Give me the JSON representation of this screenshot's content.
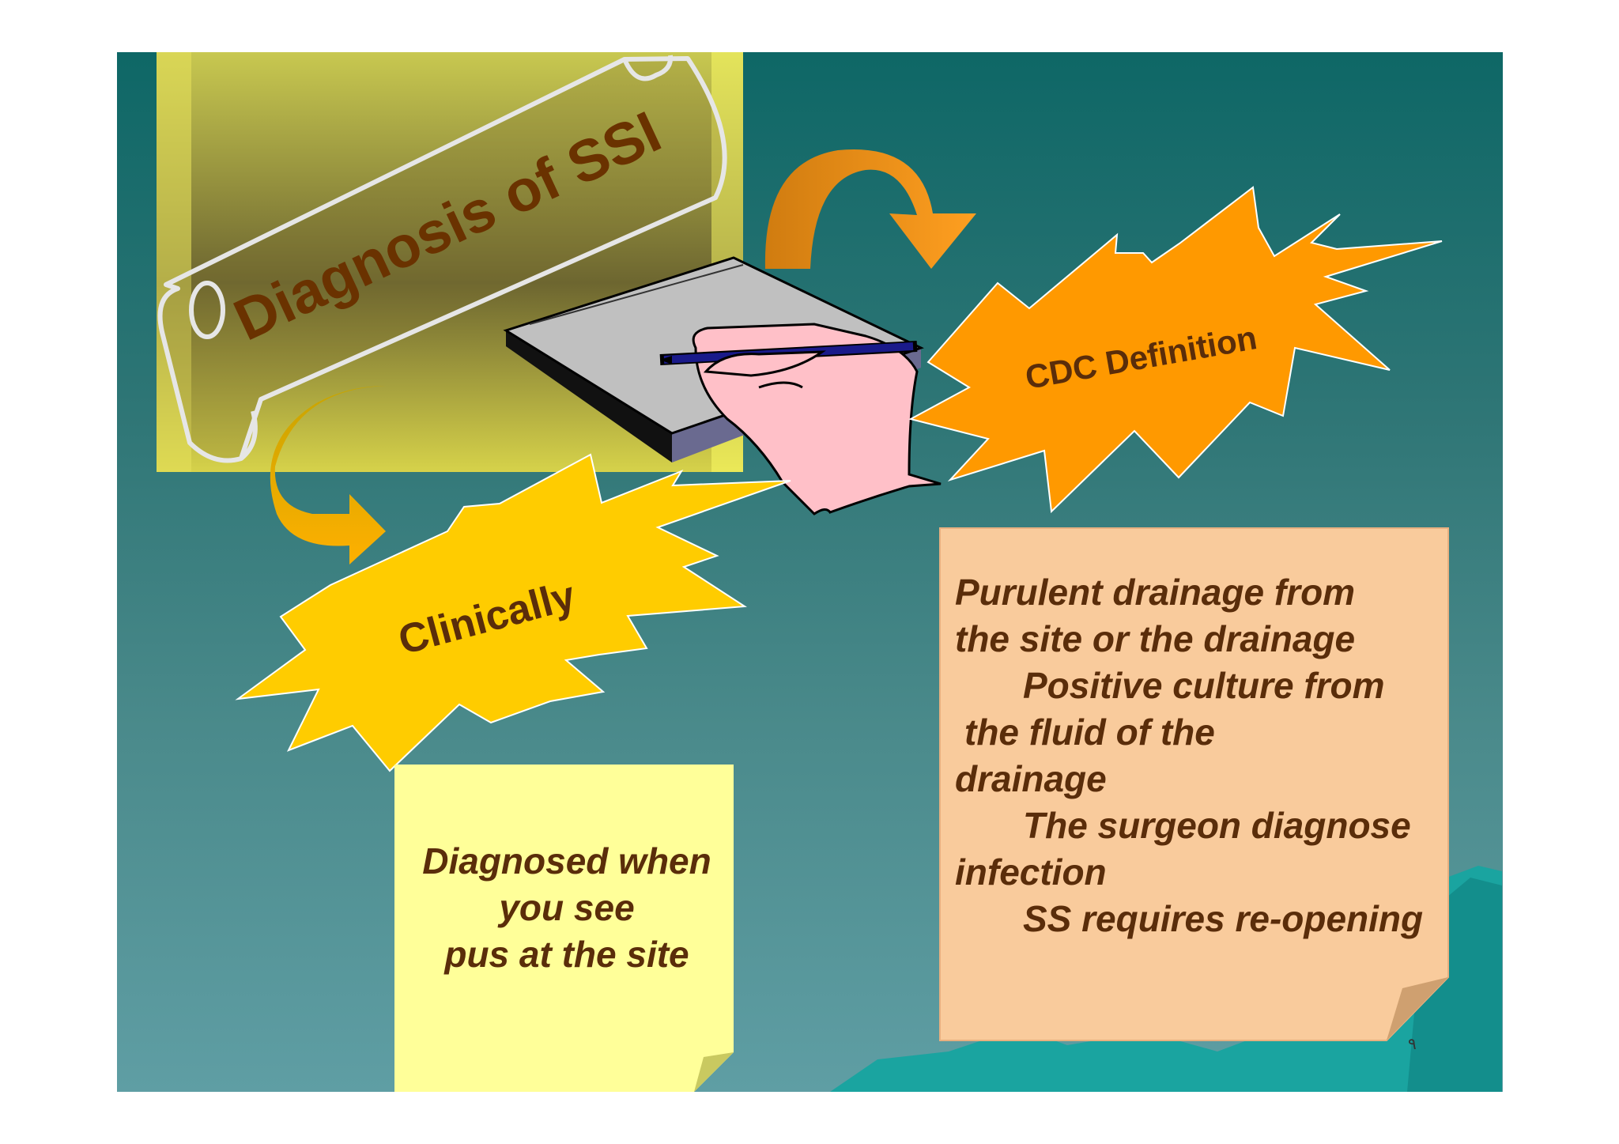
{
  "slide": {
    "title": "Diagnosis of SSI",
    "cdc_label": "CDC Definition",
    "clinical_label": "Clinically",
    "clinical_note": [
      "Diagnosed when",
      "you see",
      "pus at the site"
    ],
    "cdc_note": [
      "Purulent drainage from",
      "the site or the drainage",
      "Positive culture from",
      "the fluid of the",
      "drainage",
      "The surgeon diagnose",
      "infection",
      "SS requires re-opening"
    ],
    "page_number": "٩"
  },
  "colors": {
    "text_brown": "#5a2d0a",
    "cdc_burst": "#ff9900",
    "clinical_burst": "#ffcc00",
    "note_yellow": "#ffff99",
    "note_peach": "#f9cb9c",
    "arrow_orange": "#ff9900"
  },
  "icons": [
    "scroll-icon",
    "writing-hand-icon",
    "curved-arrow-icon",
    "burst-shape-icon"
  ]
}
